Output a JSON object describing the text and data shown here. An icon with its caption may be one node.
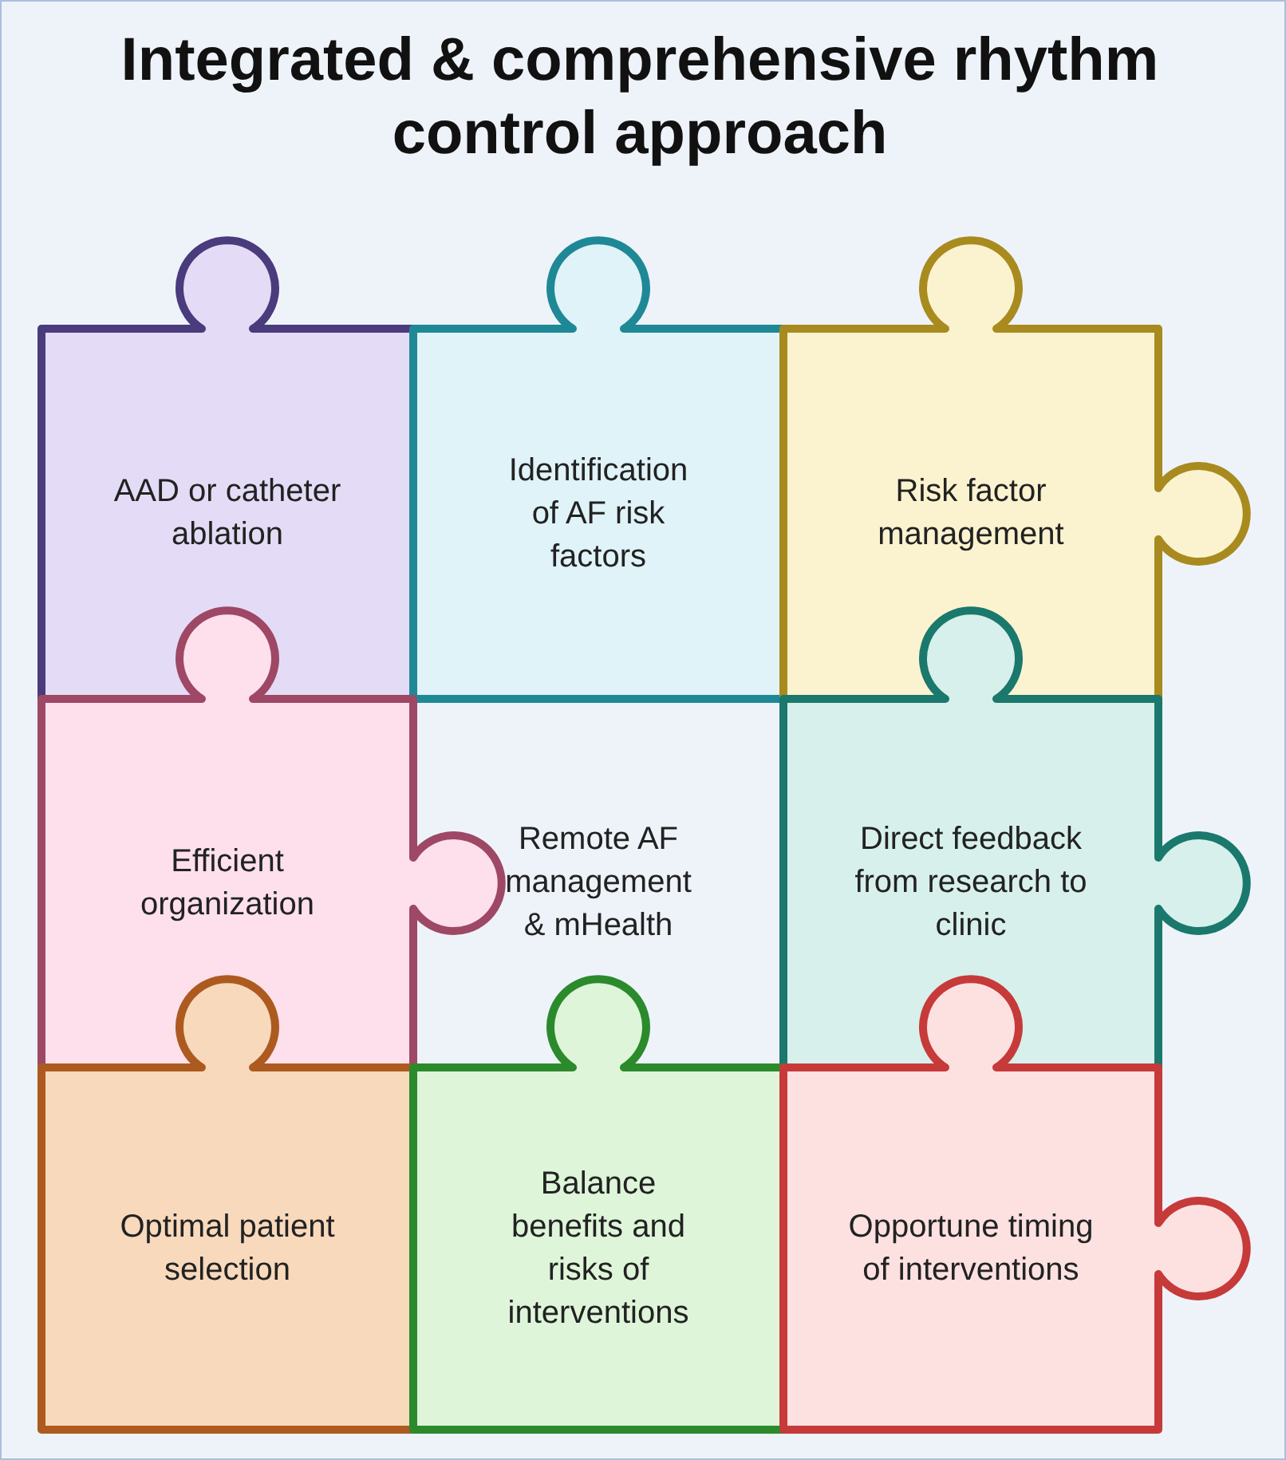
{
  "diagram": {
    "title": "Integrated & comprehensive rhythm control approach",
    "nodes": [
      {
        "text": [
          "AAD or catheter ablation"
        ]
      },
      {
        "text": [
          "Identification of AF risk factors"
        ]
      },
      {
        "text": [
          "Risk factor management"
        ]
      },
      {
        "text": [
          "Efficient organization"
        ]
      },
      {
        "text": [
          "Remote AF management & mHealth"
        ]
      },
      {
        "text": [
          "Direct feedback from research to clinic"
        ]
      },
      {
        "text": [
          "Optimal patient selection"
        ]
      },
      {
        "text": [
          "Balance benefits and risks of interventions"
        ]
      },
      {
        "text": [
          "Opportune timing of interventions"
        ]
      }
    ]
  }
}
